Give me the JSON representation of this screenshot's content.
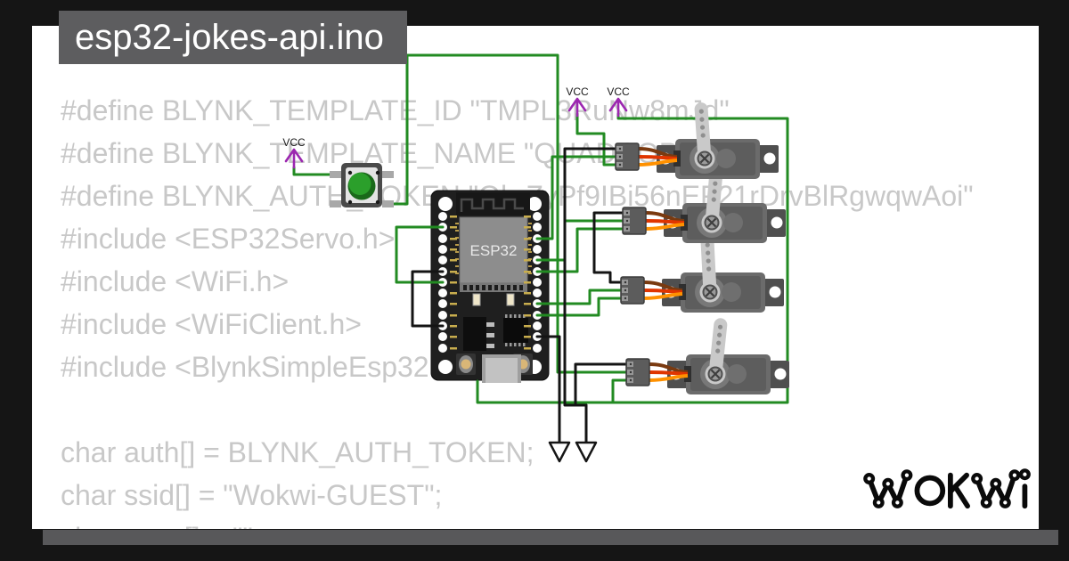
{
  "window": {
    "title": "esp32-jokes-api.ino"
  },
  "code": {
    "lines": [
      "#define BLYNK_TEMPLATE_ID \"TMPL3RuNw8mJd\"",
      "#define BLYNK_TEMPLATE_NAME \"QUADCOPTER\"",
      "#define BLYNK_AUTH_TOKEN \"Qh-ZyPf9IBi56nEF21rDrvBlRgwqwAoi\"",
      "#include <ESP32Servo.h>",
      "#include <WiFi.h>",
      "#include <WiFiClient.h>",
      "#include <BlynkSimpleEsp32.h>",
      "",
      "char auth[] = BLYNK_AUTH_TOKEN;",
      "char ssid[] = \"Wokwi-GUEST\";",
      "char pass[] = \"\";"
    ]
  },
  "circuit": {
    "board_label": "ESP32",
    "vcc_labels": [
      "VCC",
      "VCC",
      "VCC"
    ],
    "components": {
      "board": "esp32-devkit",
      "button": "green-pushbutton",
      "servos": [
        "servo-1",
        "servo-2",
        "servo-3",
        "servo-4"
      ],
      "symbols": [
        "vcc-arrow",
        "vcc-arrow",
        "vcc-arrow",
        "gnd-arrow",
        "gnd-arrow"
      ]
    }
  },
  "logo": {
    "text": "WOKWI"
  },
  "colors": {
    "wire_green": "#228b22",
    "wire_black": "#141414",
    "vcc_purple": "#9c27b0",
    "servo_cable_brown": "#7a3a10",
    "servo_cable_red": "#e03500",
    "servo_cable_orange": "#ff9100",
    "frame": "#151515",
    "bar_gray": "#58585a",
    "title_gray": "#5d5d5f",
    "code_text": "#c8c8c8",
    "canvas": "#ffffff"
  }
}
